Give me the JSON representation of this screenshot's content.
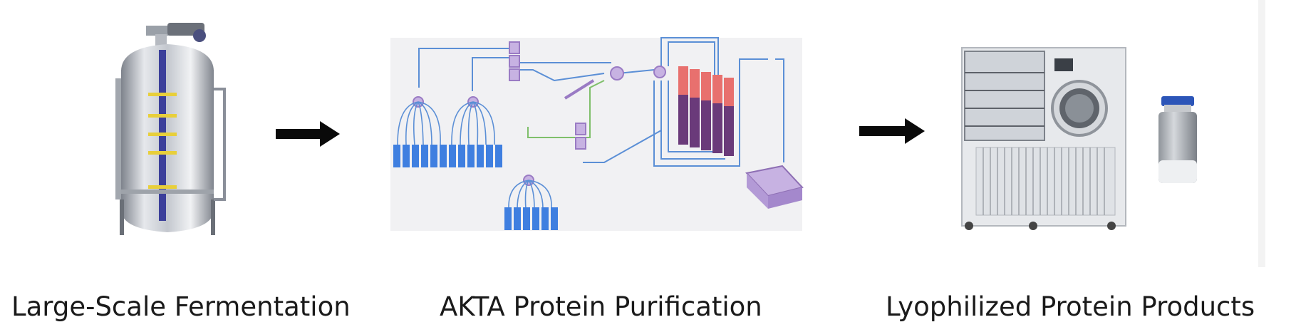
{
  "steps": [
    {
      "id": "fermentation",
      "label": "Large-Scale Fermentation",
      "image_icon": "fermenter-tank"
    },
    {
      "id": "purification",
      "label": "AKTA Protein Purification",
      "image_icon": "akta-flow-diagram"
    },
    {
      "id": "lyophilization",
      "label": "Lyophilized Protein Products",
      "image_icon": "freeze-dryer-and-vial"
    }
  ],
  "arrows": [
    "right-arrow",
    "right-arrow"
  ],
  "colors": {
    "steel": "#c9ccd2",
    "steel_dark": "#8a8f99",
    "accent_blue": "#3b3f9a",
    "tube_blue": "#5b8fd6",
    "tube_green": "#7fbf6a",
    "valve_purple": "#9a7bc4",
    "column_red": "#e8706e",
    "bottle_blue": "#3f7fe0"
  }
}
